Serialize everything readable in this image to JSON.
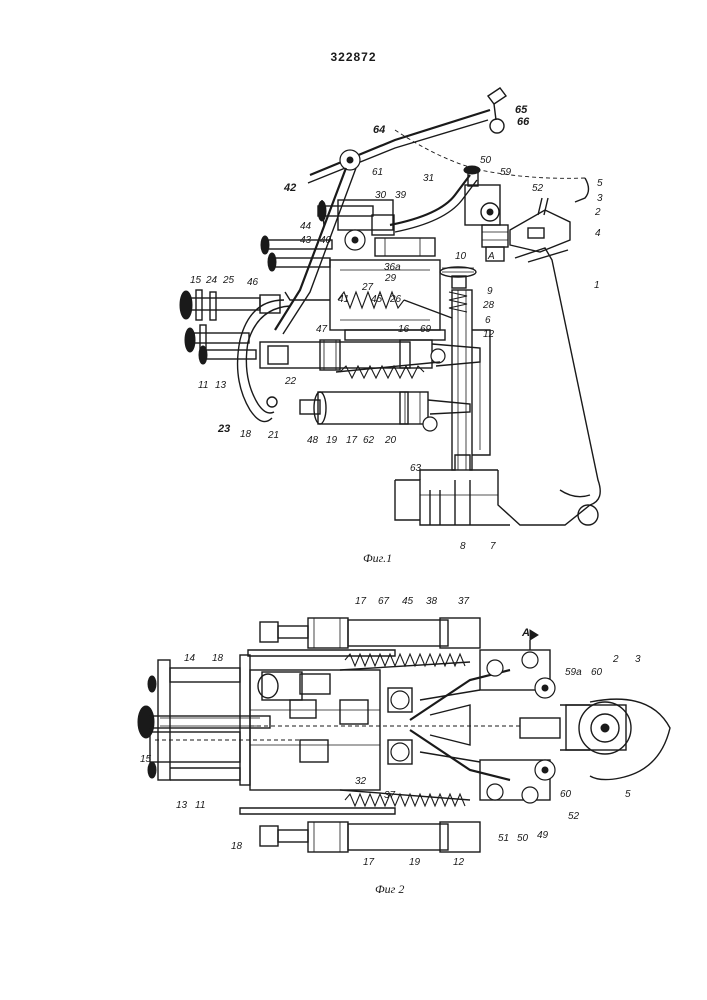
{
  "patent_number": "322872",
  "figure1": {
    "caption": "Фиг.1",
    "labels": [
      "65",
      "66",
      "64",
      "50",
      "59",
      "52",
      "5",
      "3",
      "2",
      "4",
      "1",
      "42",
      "61",
      "31",
      "30",
      "39",
      "44",
      "40",
      "43",
      "29",
      "36а",
      "10",
      "9",
      "28",
      "6",
      "12",
      "15",
      "24",
      "25",
      "46",
      "41",
      "27",
      "45",
      "26",
      "47",
      "16",
      "69",
      "11",
      "13",
      "22",
      "21",
      "23",
      "18",
      "48",
      "19",
      "17",
      "62",
      "20",
      "63",
      "8",
      "7",
      "A"
    ]
  },
  "figure2": {
    "caption": "Фиг 2",
    "labels": [
      "17",
      "67",
      "45",
      "38",
      "37",
      "14",
      "18",
      "15",
      "13",
      "11",
      "59а",
      "60",
      "2",
      "3",
      "A",
      "5",
      "32",
      "37",
      "51",
      "50",
      "49",
      "52",
      "60",
      "18",
      "17",
      "19",
      "12"
    ]
  }
}
